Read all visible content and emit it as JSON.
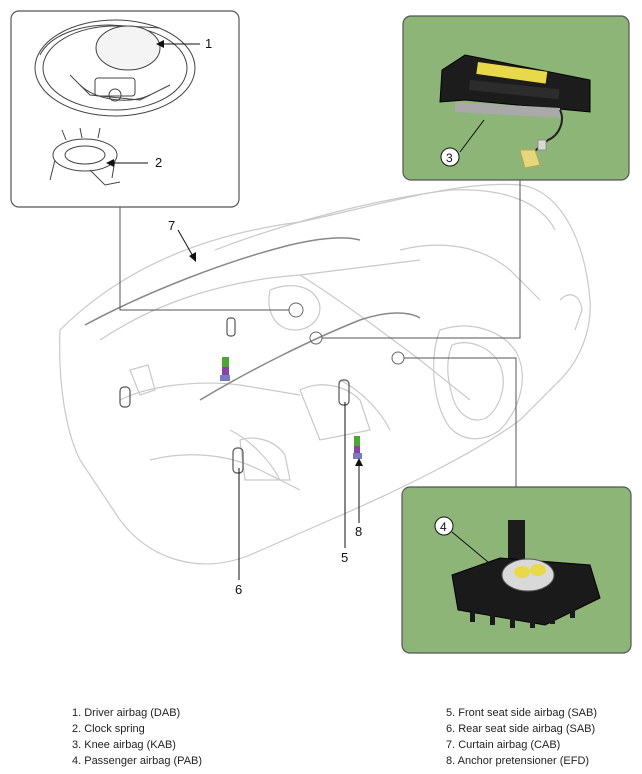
{
  "callouts": [
    "1",
    "2",
    "3",
    "4",
    "5",
    "6",
    "7",
    "8"
  ],
  "legend": {
    "left": [
      "1. Driver airbag (DAB)",
      "2. Clock spring",
      "3. Knee airbag (KAB)",
      "4. Passenger airbag (PAB)"
    ],
    "right": [
      "5. Front seat side airbag (SAB)",
      "6. Rear seat side airbag (SAB)",
      "7. Curtain airbag (CAB)",
      "8. Anchor pretensioner (EFD)"
    ]
  },
  "colors": {
    "inset_bg": "#8db577",
    "outline": "#555555",
    "car_line": "#c8c8c8"
  }
}
